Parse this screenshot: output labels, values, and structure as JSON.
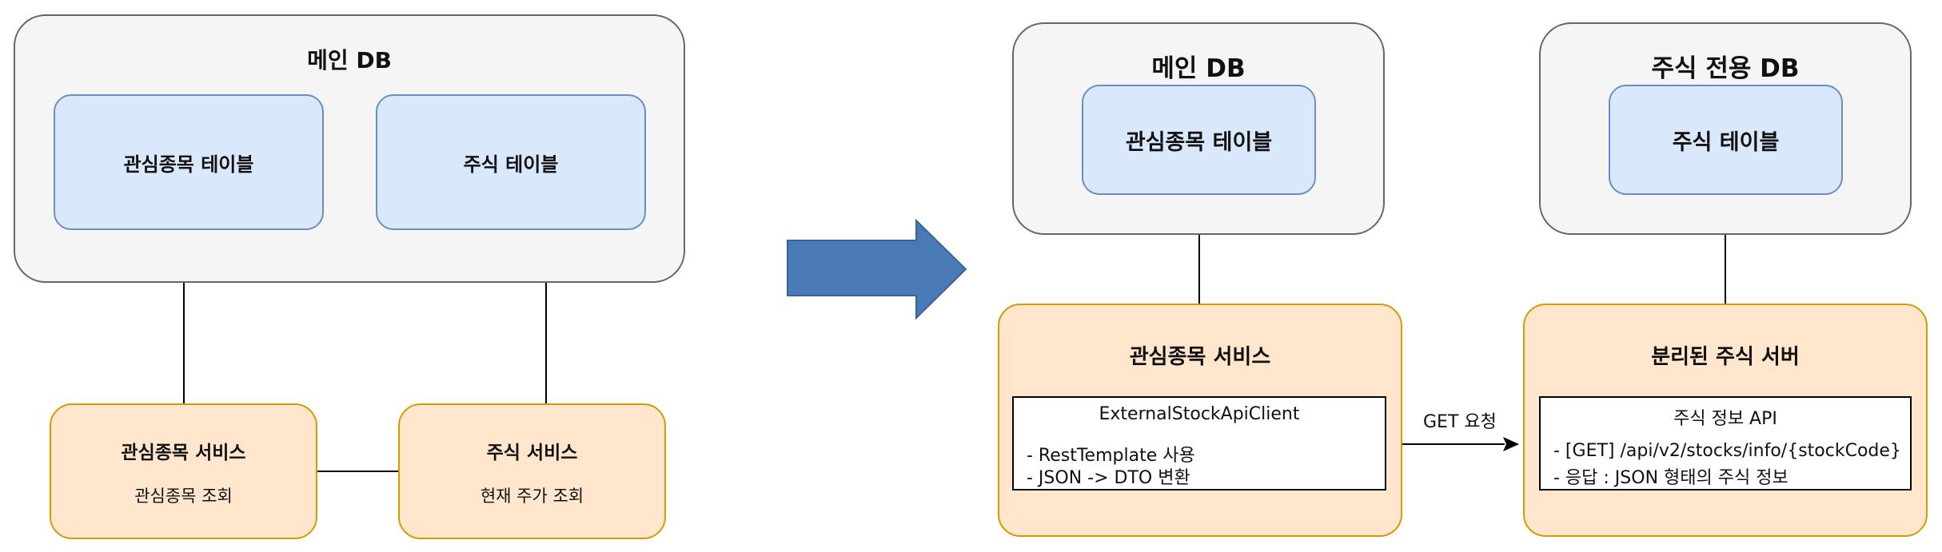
{
  "before": {
    "main_db": {
      "label": "메인 DB",
      "tables": [
        "관심종목 테이블",
        "주식 테이블"
      ]
    },
    "services": [
      {
        "name": "관심종목 서비스",
        "desc": "관심종목 조회"
      },
      {
        "name": "주식 서비스",
        "desc": "현재 주가 조회"
      }
    ]
  },
  "after": {
    "main_db": {
      "label": "메인 DB",
      "table": "관심종목 테이블"
    },
    "stock_db": {
      "label": "주식 전용 DB",
      "table": "주식 테이블"
    },
    "watchlist_service": {
      "name": "관심종목 서비스",
      "client": {
        "title": "ExternalStockApiClient",
        "lines": [
          "- RestTemplate 사용",
          "- JSON -> DTO 변환"
        ]
      }
    },
    "stock_server": {
      "name": "분리된 주식 서버",
      "api": {
        "title": "주식 정보 API",
        "lines": [
          "- [GET] /api/v2/stocks/info/{stockCode}",
          "- 응답 : JSON 형태의 주식 정보"
        ]
      }
    },
    "request_label": "GET 요청"
  },
  "colors": {
    "db_fill": "#f5f5f5",
    "table_fill": "#dae8fc",
    "table_stroke": "#6c8ebf",
    "service_fill": "#ffe6cc",
    "service_stroke": "#d79b00",
    "arrow_fill": "#4a7ab6"
  }
}
